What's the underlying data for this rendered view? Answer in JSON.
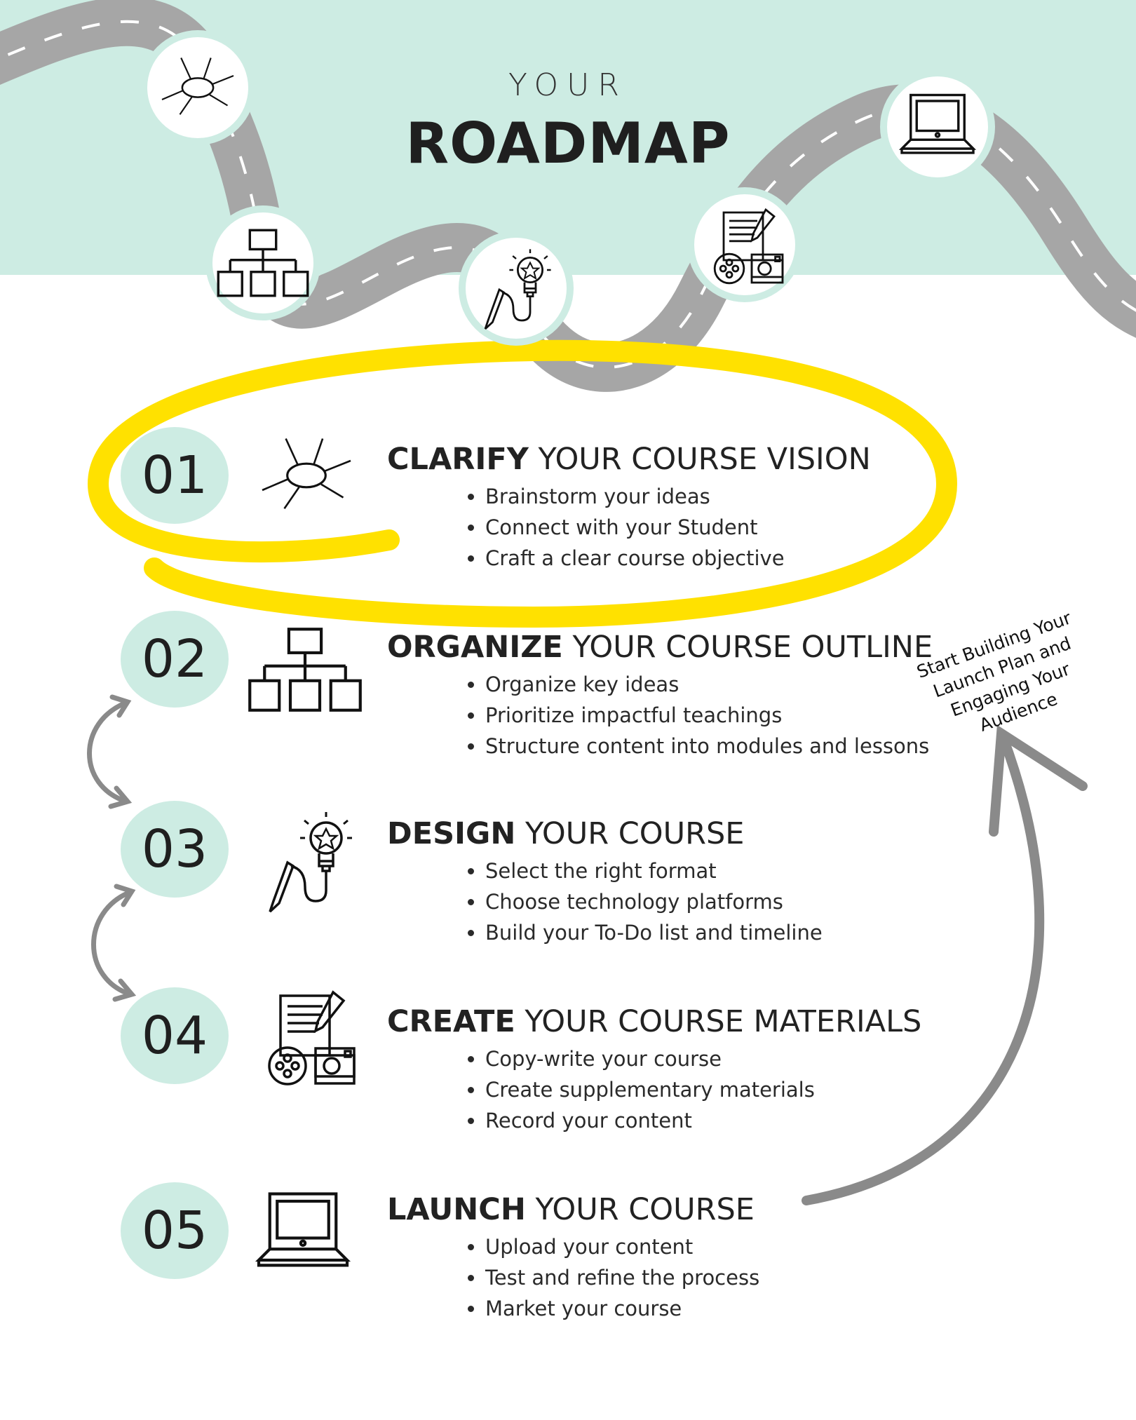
{
  "header": {
    "title_small": "YOUR",
    "title_large": "ROADMAP"
  },
  "colors": {
    "mint": "#cdece3",
    "road": "#a6a6a6",
    "highlight": "#ffe100",
    "arrow": "#8a8a8a"
  },
  "steps": [
    {
      "number": "01",
      "icon": "mind-map-icon",
      "bold": "CLARIFY",
      "rest": "YOUR COURSE VISION",
      "bullets": [
        "Brainstorm your ideas",
        "Connect with your Student",
        "Craft a clear course objective"
      ]
    },
    {
      "number": "02",
      "icon": "org-chart-icon",
      "bold": "ORGANIZE",
      "rest": "YOUR COURSE OUTLINE",
      "bullets": [
        "Organize key ideas",
        "Prioritize impactful teachings",
        "Structure content into modules and lessons"
      ]
    },
    {
      "number": "03",
      "icon": "pencil-lightbulb-icon",
      "bold": "DESIGN",
      "rest": "YOUR COURSE",
      "bullets": [
        "Select the right format",
        "Choose technology platforms",
        "Build your To-Do list and timeline"
      ]
    },
    {
      "number": "04",
      "icon": "content-media-icon",
      "bold": "CREATE",
      "rest": "YOUR COURSE MATERIALS",
      "bullets": [
        "Copy-write your course",
        "Create supplementary materials",
        "Record your content"
      ]
    },
    {
      "number": "05",
      "icon": "laptop-icon",
      "bold": "LAUNCH",
      "rest": "YOUR COURSE",
      "bullets": [
        "Upload your content",
        "Test and refine the process",
        "Market your course"
      ]
    }
  ],
  "note": {
    "lines": [
      "Start Building Your",
      "Launch Plan and",
      "Engaging Your Audience"
    ]
  }
}
